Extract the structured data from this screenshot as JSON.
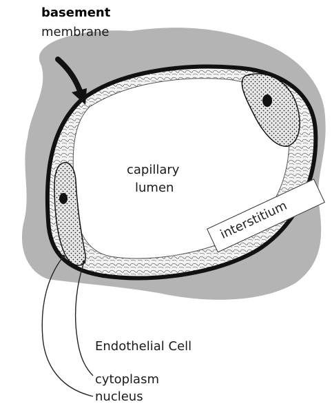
{
  "labels": {
    "basement": "basement",
    "membrane": "membrane",
    "lumen_line1": "capillary",
    "lumen_line2": "lumen",
    "interstitium": "interstitium",
    "endothelial_cell": "Endothelial Cell",
    "cytoplasm": "cytoplasm",
    "nucleus": "nucleus"
  },
  "colors": {
    "interstitium_gray": "#b4b4b4",
    "membrane": "#111111",
    "lumen": "#ffffff",
    "cell_fill": "#e6e6e6"
  }
}
